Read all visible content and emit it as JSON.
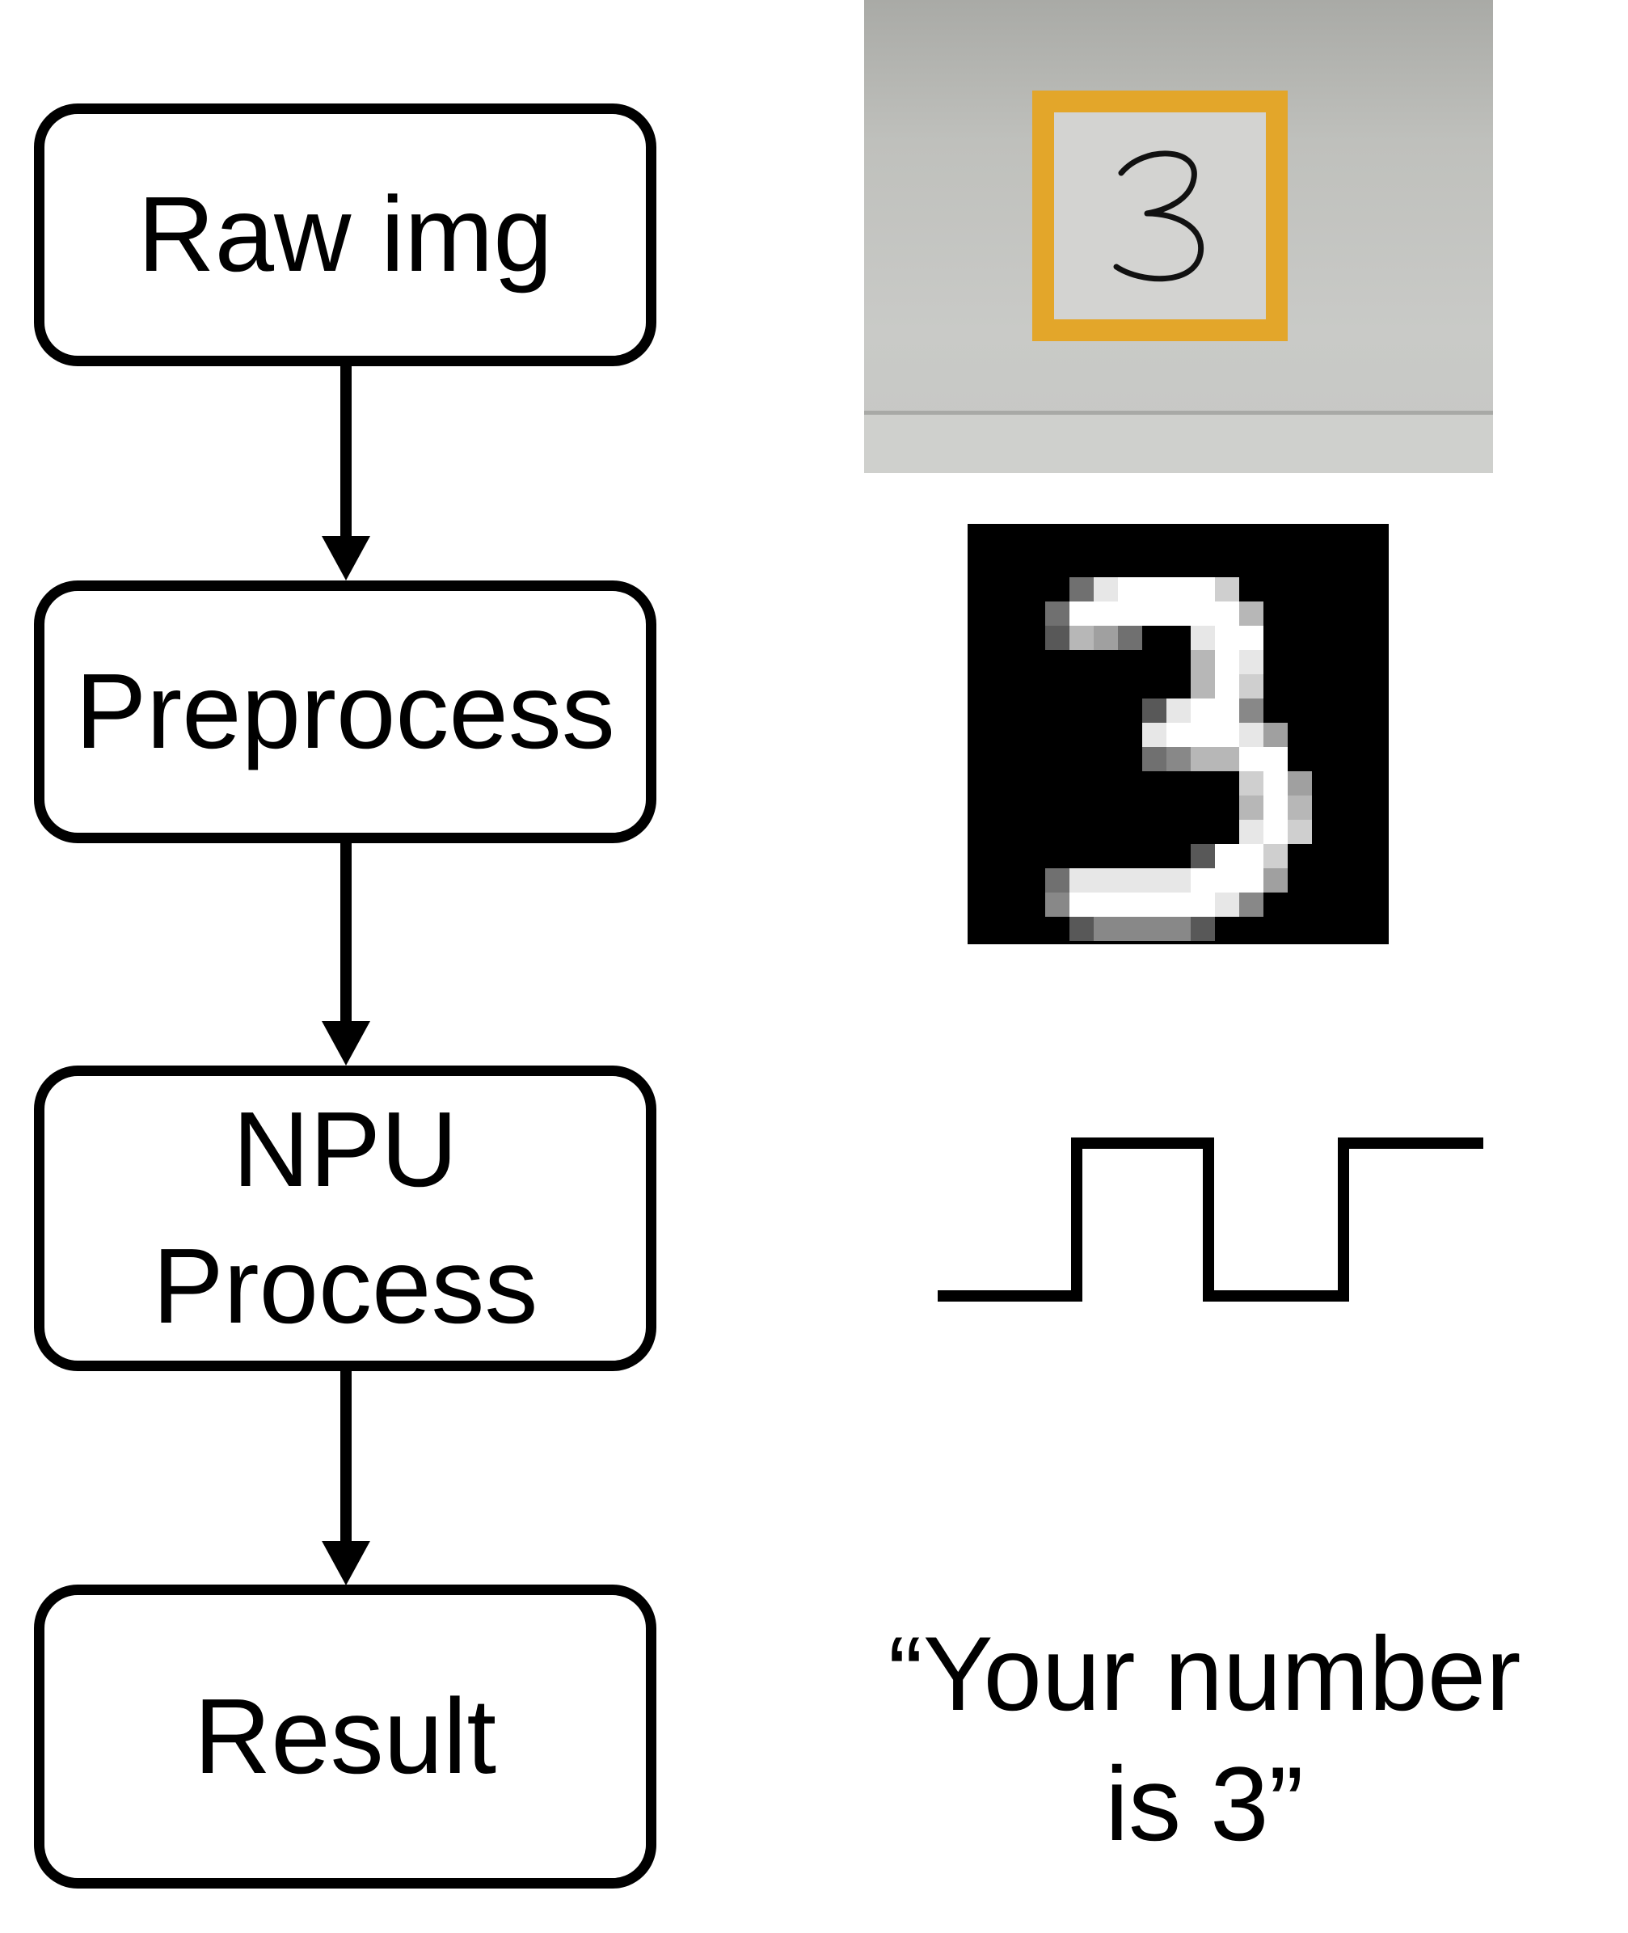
{
  "steps": [
    {
      "id": "raw",
      "lines": [
        "Raw img"
      ]
    },
    {
      "id": "preprocess",
      "lines": [
        "Preprocess"
      ]
    },
    {
      "id": "npu",
      "lines": [
        "NPU",
        "Process"
      ]
    },
    {
      "id": "result",
      "lines": [
        "Result"
      ]
    }
  ],
  "raw_photo": {
    "digit": "3",
    "frame_color": "#e3a62a",
    "paper_color": "#c9cac7"
  },
  "preprocessed": {
    "digit": "3",
    "background": "#000000",
    "foreground": "#ffffff"
  },
  "npu_output": {
    "icon": "square-wave-icon",
    "levels": [
      0,
      1,
      0,
      1
    ]
  },
  "result": {
    "lines": [
      "“Your number",
      "is 3”"
    ]
  },
  "colors": {
    "stroke": "#000000",
    "background": "#ffffff"
  }
}
